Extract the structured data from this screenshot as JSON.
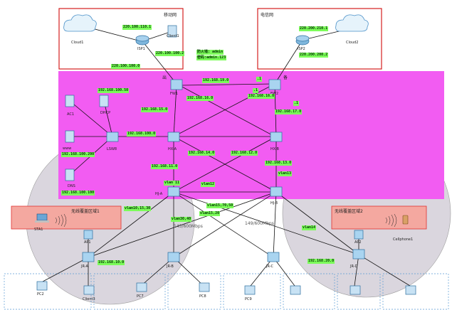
{
  "regions": {
    "isp_mobile": "移动网",
    "isp_telecom": "电信网",
    "wlan_left": "无线覆盖区域1",
    "wlan_right": "无线覆盖区域2"
  },
  "login_note": {
    "user": "防火墙: admin",
    "pass": "密码:admin.123"
  },
  "bandwidth": {
    "left": "143/600Mbps",
    "right": "149/600Mbps"
  },
  "port_marks": {
    "fw1_left": "出",
    "fw2_right": "备"
  },
  "devices": {
    "cloud1": "Cloud1",
    "cloud2": "Cloud2",
    "isp1": "ISP1",
    "isp2": "ISP2",
    "client1": "Client1",
    "fw1": "FW1",
    "fw2": "FW2",
    "ac1": "AC1",
    "dhcp": "DHCP",
    "www": "www",
    "dns": "DNS",
    "lsw": "LSW8",
    "hxa": "HX-A",
    "hxb": "HX-B",
    "hja": "HJ-A",
    "hjb": "HJ-B",
    "ap1": "AP1",
    "ap2": "AP2",
    "sta1": "STA1",
    "cellphone": "Cellphone1",
    "jra": "JR-A",
    "jrb": "JR-B",
    "jrc": "JR-C",
    "jrd": "JR-D",
    "pc2": "PC2",
    "client3": "Client3",
    "pc7": "PC7",
    "pc8": "PC8",
    "pc9": "PC9"
  },
  "ips": {
    "isp1_up": "220.100.110.1",
    "isp1_down": "220.100.100.2",
    "fw1_wan": "220.100.100.0",
    "isp2_up": "220.200.210.1",
    "isp2_down": "220.200.200.2",
    "dhcp": "192.168.100.50",
    "fw_link": "192.168.19.0",
    "fw1_dot": ".1",
    "fw2_dot": ".1",
    "fw2_dot2": ".1",
    "fw1_cross": "192.168.16.0",
    "fw2_cross": "192.168.16.0",
    "fw1_down": "192.168.15.0",
    "fw2_down": "192.168.17.0",
    "lsw_hx": "192.168.100.0",
    "www_ip": "192.168.100.200",
    "dns_ip": "192.168.100.100",
    "hx_cross1": "192.168.14.0",
    "hx_cross2": "192.168.12.0",
    "hxa_hja": "192.168.11.0",
    "hxb_hjb": "192.168.13.0",
    "jra_net": "192.168.10.0",
    "jrd_net": "192.168.20.0"
  },
  "vlans": {
    "v11": "vlan 11",
    "v12": "vlan12",
    "v13": "vlan13",
    "v1015": "vlan10,15,30",
    "v1570": "vlan15,70,50",
    "v3040": "vlan30,40",
    "v1520": "vlan15,20",
    "v14": "vlan14"
  },
  "colors": {
    "core_zone": "#F25CF2",
    "isp_border": "#D42020",
    "wlan_fill": "#F4A8A0",
    "wlan_border": "#E03030",
    "coverage": "#D9D5DC",
    "ip_tag": "#7CFC5A",
    "access_box": "#5B9BD5"
  }
}
